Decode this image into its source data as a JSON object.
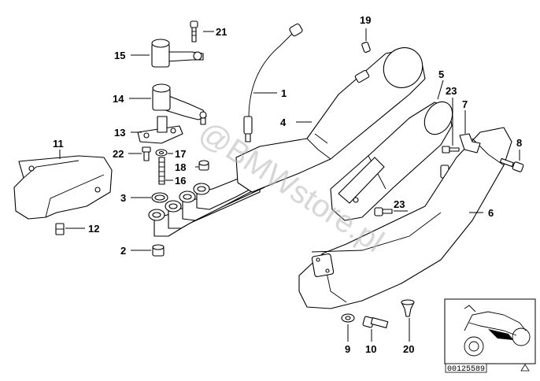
{
  "watermark": "@BMWstore.pl",
  "drawing_number": "00125589",
  "labels": {
    "l1": "1",
    "l2": "2",
    "l3": "3",
    "l4": "4",
    "l5": "5",
    "l6": "6",
    "l7": "7",
    "l8": "8",
    "l9": "9",
    "l10": "10",
    "l11": "11",
    "l12": "12",
    "l13": "13",
    "l14": "14",
    "l15": "15",
    "l16": "16",
    "l17": "17",
    "l18": "18",
    "l19": "19",
    "l20": "20",
    "l21": "21",
    "l22": "22",
    "l23a": "23",
    "l23b": "23"
  }
}
